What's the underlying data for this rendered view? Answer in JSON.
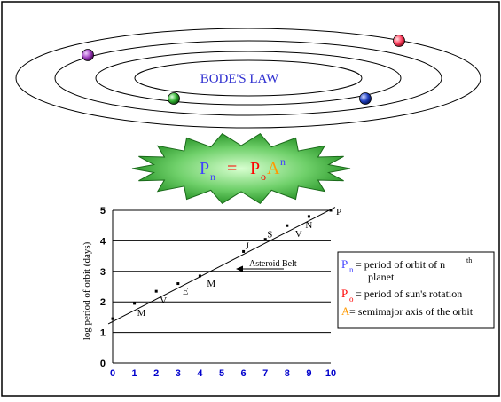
{
  "title": "BODE'S LAW",
  "formula": {
    "lhs_main": "P",
    "lhs_sub": "n",
    "equals": "=",
    "rhs_main": "P",
    "rhs_sub": "o",
    "rhs_base": "A",
    "rhs_exp": "n"
  },
  "colors": {
    "frame": "#000000",
    "starburst_light": "#b8f0b0",
    "starburst_dark": "#1f8c1f",
    "p_blue": "#4040ff",
    "p_red": "#ff0000",
    "a_orange": "#ff9900",
    "tick_blue": "#0000cc",
    "planet_purple": "#a040c0",
    "planet_pink": "#ff4060",
    "planet_green": "#30b030",
    "planet_blue": "#2040c0"
  },
  "planets_icons": [
    "purple-planet-icon",
    "pink-planet-icon",
    "green-planet-icon",
    "blue-planet-icon"
  ],
  "legend": {
    "line1_p": "P",
    "line1_sub": "n",
    "line1_text": "= period of orbit of n",
    "line1_sup": "th",
    "line1_cont": "planet",
    "line2_p": "P",
    "line2_sub": "o",
    "line2_text": "= period of sun's rotation",
    "line3_a": "A",
    "line3_text": "= semimajor axis of the orbit"
  },
  "chart_data": {
    "type": "scatter",
    "title": "",
    "xlabel": "",
    "ylabel": "log period of orbit (days)",
    "xlim": [
      0,
      10
    ],
    "ylim": [
      0,
      5
    ],
    "x_ticks": [
      "0",
      "1",
      "2",
      "3",
      "4",
      "5",
      "6",
      "7",
      "8",
      "9",
      "10"
    ],
    "y_ticks": [
      "0",
      "1",
      "2",
      "3",
      "4",
      "5"
    ],
    "grid": "horizontal",
    "points": [
      {
        "x": 0,
        "y": 1.45,
        "label": ""
      },
      {
        "x": 1,
        "y": 1.95,
        "label": "M"
      },
      {
        "x": 2,
        "y": 2.35,
        "label": "V"
      },
      {
        "x": 3,
        "y": 2.6,
        "label": "E"
      },
      {
        "x": 4,
        "y": 2.85,
        "label": "M"
      },
      {
        "x": 6,
        "y": 3.65,
        "label": "J"
      },
      {
        "x": 7,
        "y": 4.05,
        "label": "S"
      },
      {
        "x": 8,
        "y": 4.5,
        "label": "V"
      },
      {
        "x": 9,
        "y": 4.8,
        "label": "N"
      },
      {
        "x": 10,
        "y": 5.0,
        "label": "P"
      }
    ],
    "fit_line": {
      "x": [
        -0.2,
        10.2
      ],
      "y": [
        1.28,
        5.1
      ]
    },
    "annotation": {
      "text": "Asteroid Belt",
      "x": 4,
      "y": 3.0
    }
  }
}
